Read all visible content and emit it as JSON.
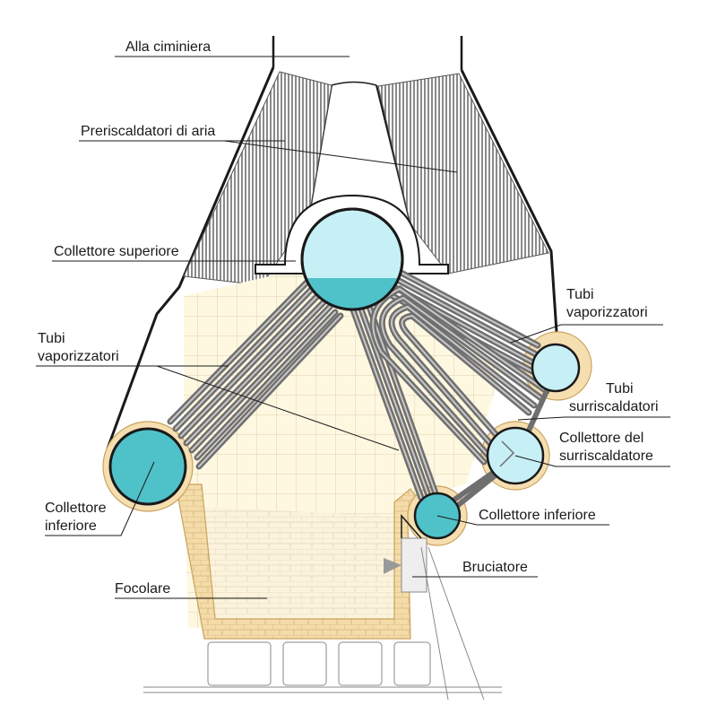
{
  "labels": {
    "chimney": "Alla ciminiera",
    "air_preheaters": "Preriscaldatori di aria",
    "upper_drum": "Collettore superiore",
    "evap_tubes_left_1": "Tubi",
    "evap_tubes_left_2": "vaporizzatori",
    "lower_drum_left_1": "Collettore",
    "lower_drum_left_2": "inferiore",
    "furnace": "Focolare",
    "evap_tubes_right_1": "Tubi",
    "evap_tubes_right_2": "vaporizzatori",
    "superheater_tubes_1": "Tubi",
    "superheater_tubes_2": "surriscaldatori",
    "superheater_header_1": "Collettore del",
    "superheater_header_2": "surriscaldatore",
    "lower_drum_right": "Collettore inferiore",
    "burner": "Bruciatore"
  },
  "colors": {
    "water": "#4fc1c9",
    "steam": "#c7f0f6",
    "refractory": "#f5deb0",
    "refractory_edge": "#d9b777",
    "furnace_fill": "#fff8e1",
    "tile_line": "#d8ceb6",
    "tube": "#7b7b7b",
    "casing": "#1a1a1a"
  }
}
